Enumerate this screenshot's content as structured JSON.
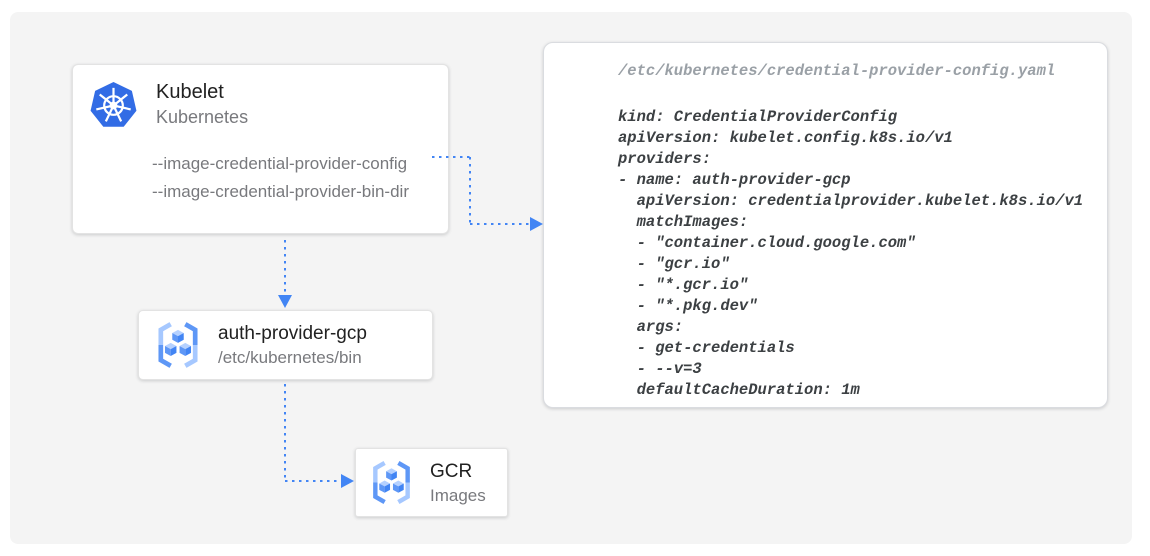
{
  "diagram": {
    "kubelet": {
      "title": "Kubelet",
      "subtitle": "Kubernetes",
      "icon": "kubernetes-icon",
      "flags": [
        "--image-credential-provider-config",
        "--image-credential-provider-bin-dir"
      ]
    },
    "auth_provider": {
      "title": "auth-provider-gcp",
      "subtitle": "/etc/kubernetes/bin",
      "icon": "gcr-icon"
    },
    "gcr": {
      "title": "GCR",
      "subtitle": "Images",
      "icon": "gcr-icon"
    },
    "arrows": [
      "kubelet-config-flag to yaml panel",
      "kubelet to auth-provider-gcp",
      "auth-provider-gcp to gcr"
    ]
  },
  "config_file": {
    "path": "/etc/kubernetes/credential-provider-config.yaml",
    "lines": [
      "kind: CredentialProviderConfig",
      "apiVersion: kubelet.config.k8s.io/v1",
      "providers:",
      "- name: auth-provider-gcp",
      "  apiVersion: credentialprovider.kubelet.k8s.io/v1",
      "  matchImages:",
      "  - \"container.cloud.google.com\"",
      "  - \"gcr.io\"",
      "  - \"*.gcr.io\"",
      "  - \"*.pkg.dev\"",
      "  args:",
      "  - get-credentials",
      "  - --v=3",
      "  defaultCacheDuration: 1m"
    ]
  },
  "colors": {
    "arrow_blue": "#4285f4",
    "kubernetes_blue": "#326ce5",
    "canvas_gray": "#f4f4f4",
    "title_text": "#212121",
    "muted_text": "#78797d",
    "code_text": "#3c4043",
    "code_comment": "#9aa0a6"
  }
}
